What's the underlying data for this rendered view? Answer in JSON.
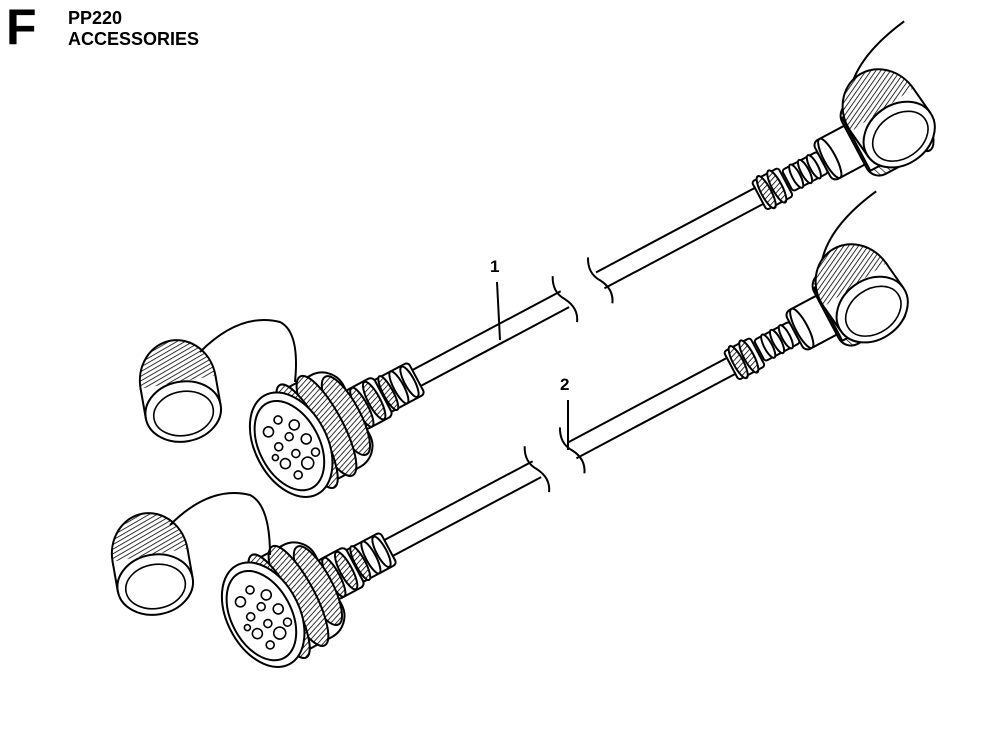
{
  "header": {
    "section_letter": "F",
    "model": "PP220",
    "title": "ACCESSORIES"
  },
  "callouts": [
    {
      "label": "1"
    },
    {
      "label": "2"
    }
  ]
}
